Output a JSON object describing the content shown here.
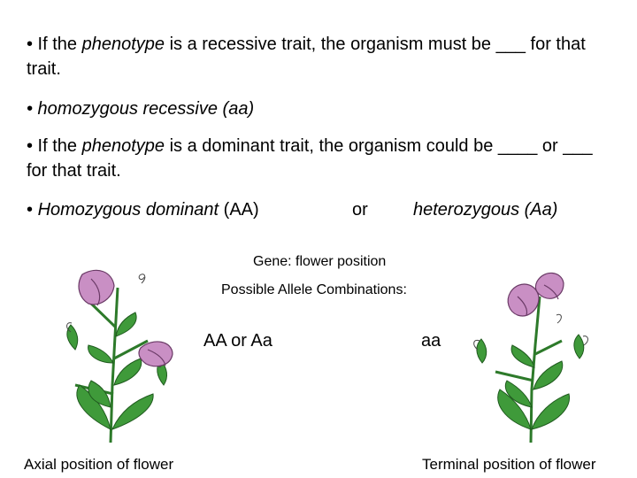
{
  "bullets": {
    "b1": {
      "prefix": "• If the ",
      "emph": "phenotype",
      "rest": " is a recessive trait, the organism must be ___ for that trait."
    },
    "b2": {
      "text": "• homozygous recessive (aa)"
    },
    "b3": {
      "prefix": "• If the ",
      "emph": "phenotype",
      "rest": " is a dominant trait, the organism could be ____ or ___ for that trait."
    },
    "b4": {
      "prefix": "• ",
      "emph": "Homozygous dominant",
      "suffix": " (AA)",
      "or": "or",
      "het": "heterozygous (Aa)"
    }
  },
  "diagram": {
    "gene_label": "Gene: flower position",
    "allele_label": "Possible Allele Combinations:",
    "left_combo": "AA or Aa",
    "right_combo": "aa",
    "left_caption": "Axial position of flower",
    "right_caption": "Terminal position of flower"
  },
  "colors": {
    "flower": "#c98fc4",
    "flower_outline": "#6a3a66",
    "leaf": "#3f9a3a",
    "leaf_outline": "#1f5a1e",
    "stem": "#2d7a2a"
  }
}
